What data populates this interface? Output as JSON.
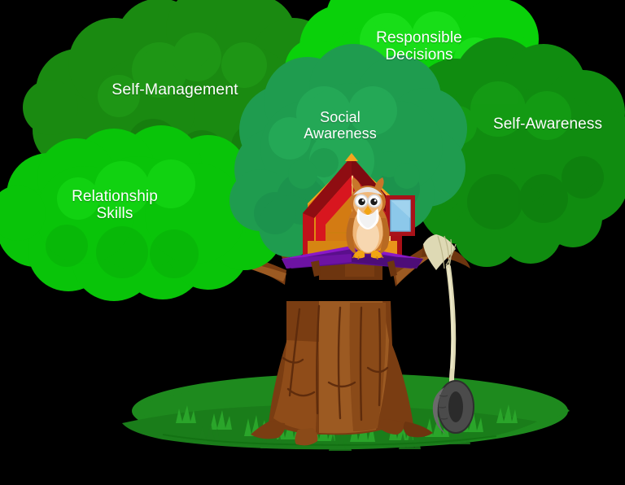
{
  "illustration": {
    "title": "Social Emotional Learning Tree",
    "background_color": "#000000",
    "subject": "owl-in-treehouse-with-foliage-labels"
  },
  "labels": [
    {
      "id": "self-management",
      "text": "Self-Management",
      "color": "#ffffff",
      "canopy_color": "#1a8a11"
    },
    {
      "id": "responsible-decisions",
      "text": "Responsible\nDecisions",
      "color": "#ffffff",
      "canopy_color": "#0ad10a"
    },
    {
      "id": "social-awareness",
      "text": "Social\nAwareness",
      "color": "#ffffff",
      "canopy_color": "#1f9c4f"
    },
    {
      "id": "self-awareness",
      "text": "Self-Awareness",
      "color": "#ffffff",
      "canopy_color": "#108c10"
    },
    {
      "id": "relationship-skills",
      "text": "Relationship\nSkills",
      "color": "#ffffff",
      "canopy_color": "#09c409"
    }
  ],
  "palette": {
    "canopy_dark_green": "#1a8a11",
    "canopy_bright_green": "#09c409",
    "canopy_teal_green": "#1f9c4f",
    "canopy_mid_green": "#108c10",
    "canopy_lime_green": "#0ad10a",
    "trunk_brown": "#7a3d12",
    "trunk_light_brown": "#9c5a22",
    "trunk_shadow_brown": "#5d2b0c",
    "grass_green": "#1e8a1e",
    "grass_dark_green": "#137a13",
    "roof_red": "#c1121a",
    "roof_dark_red": "#8f0d12",
    "house_orange": "#f6a41e",
    "house_light_orange": "#fbd28a",
    "deck_purple": "#5a0f8c",
    "deck_purple_light": "#8b18c7",
    "window_blue": "#8cc8ea",
    "owl_body": "#f0b87a",
    "owl_belly": "#f7d7b0",
    "owl_wing": "#c8762a",
    "owl_beak": "#f2a413",
    "owl_beard": "#ffffff",
    "tire_gray": "#4b4b4b",
    "rope_beige": "#ded9b4"
  },
  "elements": {
    "owl": "owl-character",
    "treehouse": "treehouse",
    "tire_swing": "tire-swing",
    "rope": "swing-rope",
    "trunk": "tree-trunk",
    "grass": "grass-mound"
  }
}
